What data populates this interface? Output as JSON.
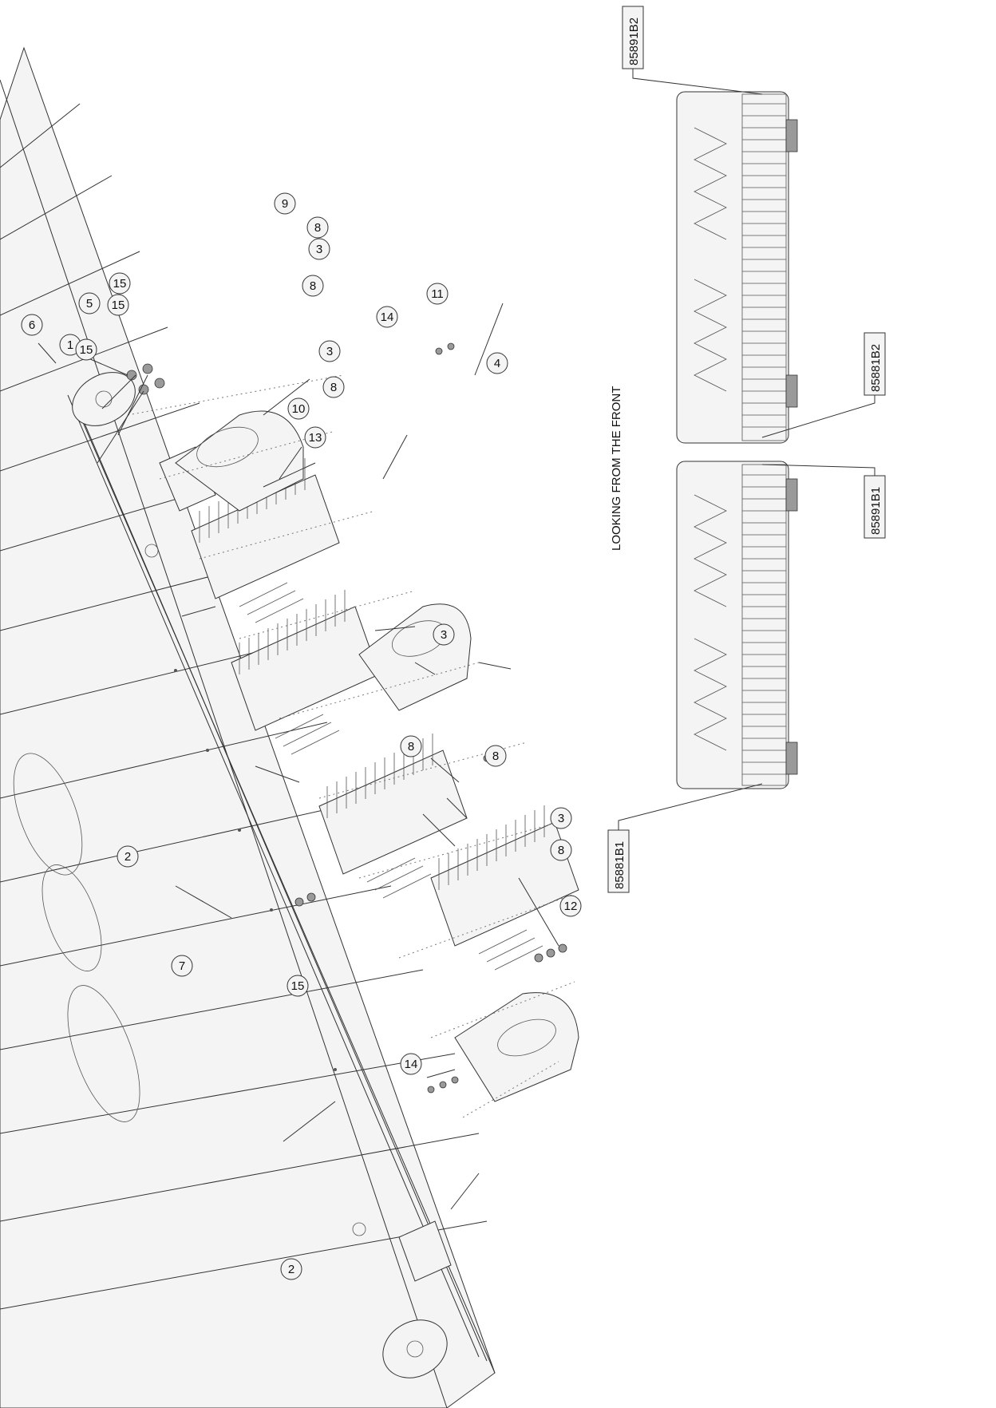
{
  "balloons": [
    "1",
    "2",
    "2",
    "3",
    "3",
    "3",
    "3",
    "4",
    "5",
    "6",
    "7",
    "8",
    "8",
    "8",
    "8",
    "8",
    "8",
    "9",
    "10",
    "11",
    "12",
    "13",
    "14",
    "14",
    "15",
    "15",
    "15",
    "15"
  ],
  "view_caption": "LOOKING FROM THE FRONT",
  "part_labels": {
    "top_right": "85891B2",
    "mid_right": "85881B2",
    "mid_left": "85891B1",
    "bottom_left": "85881B1"
  }
}
